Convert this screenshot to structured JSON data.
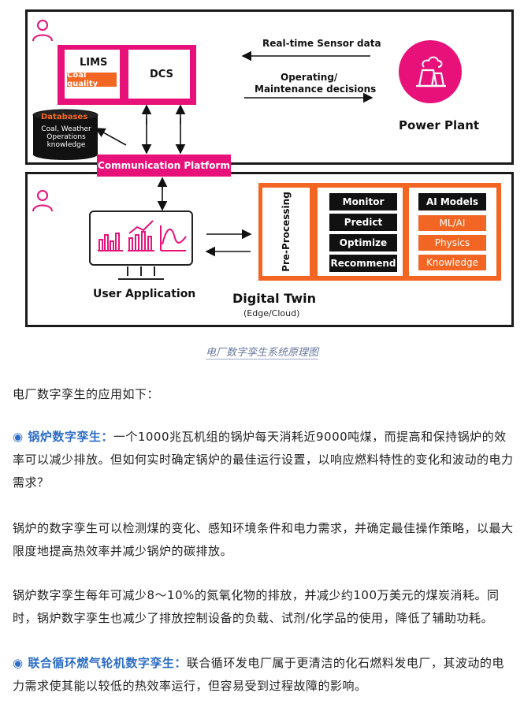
{
  "diagram": {
    "lims_label": "LIMS",
    "coal_quality_label": "Coal quality",
    "dcs_label": "DCS",
    "databases_label": "Databases",
    "databases_content": "Coal, Weather Operations knowledge",
    "comm_platform_label": "Communication Platform",
    "realtime_label": "Real-time Sensor data",
    "operating_label_1": "Operating/",
    "operating_label_2": "Maintenance decisions",
    "power_plant_label": "Power Plant",
    "user_app_label": "User Application",
    "digital_twin_label": "Digital Twin",
    "edge_cloud_label": "(Edge/Cloud)",
    "preprocessing_label": "Pre-Processing",
    "functions": [
      "Monitor",
      "Predict",
      "Optimize",
      "Recommend"
    ],
    "ai_models_label": "AI Models",
    "ai_items": [
      "ML/AI",
      "Physics",
      "Knowledge"
    ],
    "colors": {
      "orange": "#f26522",
      "magenta": "#e8117a",
      "dark": "#111111"
    }
  },
  "caption": "电厂数字孪生系统原理图",
  "intro": "电厂数字孪生的应用如下：",
  "section1": {
    "title": "锅炉数字孪生：",
    "text": "一个1000兆瓦机组的锅炉每天消耗近9000吨煤，而提高和保持锅炉的效率可以减少排放。但如何实时确定锅炉的最佳运行设置，以响应燃料特性的变化和波动的电力需求？"
  },
  "para2": "锅炉的数字孪生可以检测煤的变化、感知环境条件和电力需求，并确定最佳操作策略，以最大限度地提高热效率并减少锅炉的碳排放。",
  "para3": "锅炉数字孪生每年可减少8～10%的氮氧化物的排放，并减少约100万美元的煤炭消耗。同时，锅炉数字孪生也减少了排放控制设备的负载、试剂/化学品的使用，降低了辅助功耗。",
  "section2": {
    "title": "联合循环燃气轮机数字孪生：",
    "text": "联合循环发电厂属于更清洁的化石燃料发电厂，其波动的电力需求使其能以较低的热效率运行，但容易受到过程故障的影响。"
  }
}
